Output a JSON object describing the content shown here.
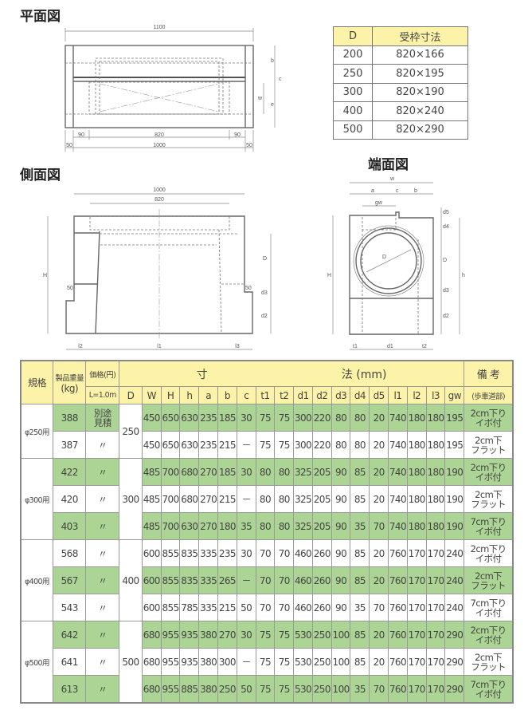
{
  "plan": {
    "title": "平面図",
    "dims": {
      "total": "1100",
      "left90": "90",
      "mid820": "820",
      "right90": "90",
      "left50": "50",
      "mid1000": "1000",
      "right50": "50",
      "b": "b",
      "c": "c",
      "e": "e",
      "w": "w"
    }
  },
  "side": {
    "title": "側面図",
    "dims": {
      "total": "1000",
      "inner": "820",
      "H": "H",
      "D": "D",
      "d3": "d3",
      "d2": "d2",
      "l2": "l2",
      "l1": "l1",
      "l3": "l3",
      "left50": "50",
      "right50": "50"
    }
  },
  "end": {
    "title": "端面図",
    "dims": {
      "w": "w",
      "a": "a",
      "c": "c",
      "b": "b",
      "gw": "gw",
      "D": "D",
      "H": "H",
      "h": "h",
      "d5": "d5",
      "d4": "d4",
      "Dr": "D",
      "d3": "d3",
      "d2": "d2",
      "t1": "t1",
      "d1": "d1",
      "t2": "t2"
    }
  },
  "frame_table": {
    "headers": [
      "D",
      "受枠寸法"
    ],
    "rows": [
      [
        "200",
        "820×166"
      ],
      [
        "250",
        "820×195"
      ],
      [
        "300",
        "820×190"
      ],
      [
        "400",
        "820×240"
      ],
      [
        "500",
        "820×290"
      ]
    ]
  },
  "spec_table": {
    "header": {
      "spec": "規格",
      "weight": "製品重量",
      "weight_unit": "(kg)",
      "price": "価格(円)",
      "price_sub": "L=1.0m",
      "dims": "寸　　　　　　　　　　　　法 (mm)",
      "remark": "備 考",
      "remark_sub": "(歩車道部)",
      "cols": [
        "D",
        "W",
        "H",
        "h",
        "a",
        "b",
        "c",
        "t1",
        "t2",
        "d1",
        "d2",
        "d3",
        "d4",
        "d5",
        "l1",
        "l2",
        "l3",
        "gw"
      ]
    },
    "groups": [
      {
        "spec": "φ250用",
        "D": "250",
        "rows": [
          {
            "green": true,
            "weight": "388",
            "price": "別途\n見積",
            "dims": [
              "450",
              "650",
              "630",
              "235",
              "185",
              "30",
              "75",
              "75",
              "300",
              "220",
              "80",
              "80",
              "20",
              "740",
              "180",
              "180",
              "195"
            ],
            "remark": "2cm下り\nイボ付"
          },
          {
            "green": false,
            "weight": "387",
            "price": "〃",
            "dims": [
              "450",
              "650",
              "630",
              "235",
              "215",
              "－",
              "75",
              "75",
              "300",
              "220",
              "80",
              "80",
              "20",
              "740",
              "180",
              "180",
              "195"
            ],
            "remark": "2cm下\nフラット"
          }
        ]
      },
      {
        "spec": "φ300用",
        "D": "300",
        "rows": [
          {
            "green": true,
            "weight": "422",
            "price": "〃",
            "dims": [
              "485",
              "700",
              "680",
              "270",
              "185",
              "30",
              "80",
              "80",
              "325",
              "205",
              "90",
              "85",
              "20",
              "740",
              "180",
              "180",
              "190"
            ],
            "remark": "2cm下り\nイボ付"
          },
          {
            "green": false,
            "weight": "420",
            "price": "〃",
            "dims": [
              "485",
              "700",
              "680",
              "270",
              "215",
              "－",
              "80",
              "80",
              "325",
              "205",
              "90",
              "85",
              "20",
              "740",
              "180",
              "180",
              "190"
            ],
            "remark": "2cm下\nフラット"
          },
          {
            "green": true,
            "weight": "403",
            "price": "〃",
            "dims": [
              "485",
              "700",
              "630",
              "270",
              "180",
              "35",
              "80",
              "80",
              "325",
              "205",
              "90",
              "35",
              "70",
              "740",
              "180",
              "180",
              "190"
            ],
            "remark": "7cm下り\nイボ付"
          }
        ]
      },
      {
        "spec": "φ400用",
        "D": "400",
        "rows": [
          {
            "green": false,
            "weight": "568",
            "price": "〃",
            "dims": [
              "600",
              "855",
              "835",
              "335",
              "235",
              "30",
              "70",
              "70",
              "460",
              "260",
              "90",
              "85",
              "20",
              "760",
              "170",
              "170",
              "240"
            ],
            "remark": "2cm下り\nイボ付"
          },
          {
            "green": true,
            "weight": "567",
            "price": "〃",
            "dims": [
              "600",
              "855",
              "835",
              "335",
              "265",
              "－",
              "70",
              "70",
              "460",
              "260",
              "90",
              "85",
              "20",
              "760",
              "170",
              "170",
              "240"
            ],
            "remark": "2cm下\nフラット"
          },
          {
            "green": false,
            "weight": "543",
            "price": "〃",
            "dims": [
              "600",
              "855",
              "785",
              "335",
              "215",
              "50",
              "70",
              "70",
              "460",
              "260",
              "90",
              "35",
              "70",
              "760",
              "170",
              "170",
              "240"
            ],
            "remark": "7cm下り\nイボ付"
          }
        ]
      },
      {
        "spec": "φ500用",
        "D": "500",
        "rows": [
          {
            "green": true,
            "weight": "642",
            "price": "〃",
            "dims": [
              "680",
              "955",
              "935",
              "380",
              "270",
              "30",
              "75",
              "75",
              "530",
              "250",
              "100",
              "85",
              "20",
              "760",
              "170",
              "170",
              "290"
            ],
            "remark": "2cm下り\nイボ付"
          },
          {
            "green": false,
            "weight": "641",
            "price": "〃",
            "dims": [
              "680",
              "955",
              "935",
              "380",
              "300",
              "－",
              "75",
              "75",
              "530",
              "250",
              "100",
              "85",
              "20",
              "760",
              "170",
              "170",
              "290"
            ],
            "remark": "2cm下\nフラット"
          },
          {
            "green": true,
            "weight": "613",
            "price": "〃",
            "dims": [
              "680",
              "955",
              "885",
              "380",
              "250",
              "50",
              "75",
              "75",
              "530",
              "250",
              "100",
              "35",
              "70",
              "760",
              "170",
              "170",
              "290"
            ],
            "remark": "7cm下り\nイボ付"
          }
        ]
      }
    ]
  }
}
